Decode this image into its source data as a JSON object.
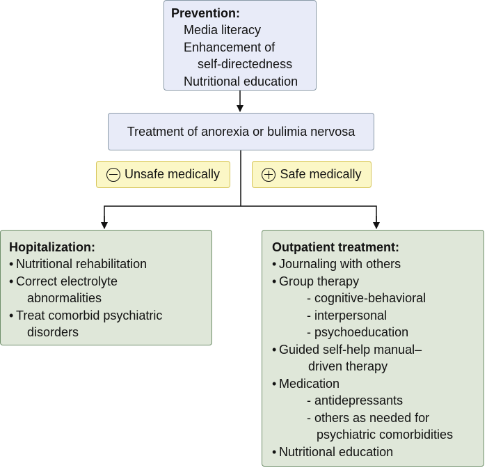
{
  "prevention": {
    "title": "Prevention:",
    "items": [
      "Media literacy",
      "Enhancement of",
      "self-directedness",
      "Nutritional education"
    ]
  },
  "treatment": {
    "label": "Treatment of anorexia or bulimia nervosa"
  },
  "unsafe": {
    "label": "Unsafe medically",
    "icon": "minus-circle-icon"
  },
  "safe": {
    "label": "Safe medically",
    "icon": "plus-circle-icon"
  },
  "hospitalization": {
    "title": "Hopitalization:",
    "items": [
      "Nutritional rehabilitation",
      "Correct electrolyte",
      "abnormalities",
      "Treat comorbid psychiatric",
      "disorders"
    ]
  },
  "outpatient": {
    "title": "Outpatient treatment:",
    "items": [
      "Journaling with others",
      "Group therapy",
      "- cognitive-behavioral",
      "- interpersonal",
      "- psychoeducation",
      "Guided self-help manual–",
      "driven therapy",
      "Medication",
      "- antidepressants",
      "- others as needed for",
      "psychiatric comorbidities",
      "Nutritional education"
    ]
  }
}
